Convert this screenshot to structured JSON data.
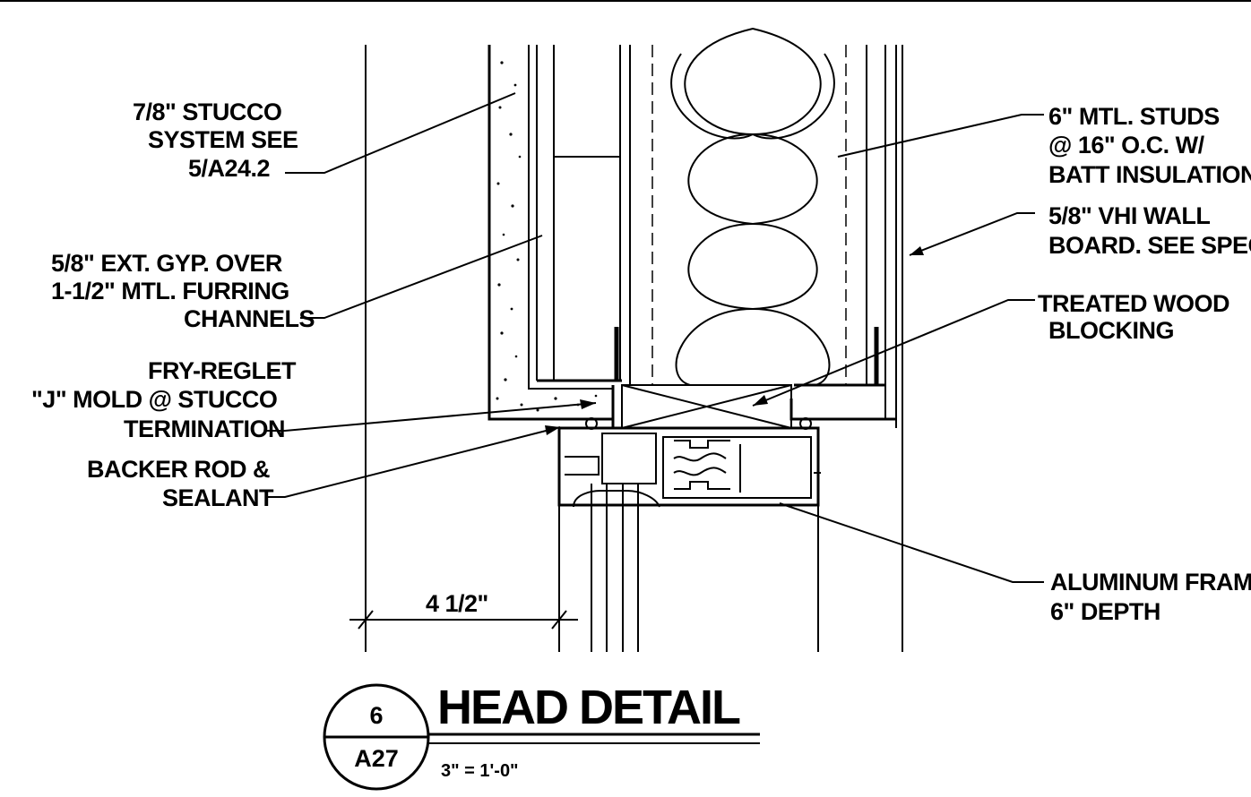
{
  "labels": {
    "stucco": [
      "7/8\" STUCCO",
      "SYSTEM SEE",
      "5/A24.2"
    ],
    "gyp": [
      "5/8\" EXT. GYP. OVER",
      "1-1/2\" MTL. FURRING",
      "CHANNELS"
    ],
    "reglet": [
      "FRY-REGLET",
      "\"J\" MOLD @ STUCCO",
      "TERMINATION"
    ],
    "backer": [
      "BACKER ROD &",
      "SEALANT"
    ],
    "studs": [
      "6\" MTL. STUDS",
      "@ 16\" O.C. W/",
      "BATT INSULATION"
    ],
    "wallboard": [
      "5/8\" VHI WALL",
      "BOARD. SEE SPEC"
    ],
    "blocking": [
      "TREATED WOOD",
      "BLOCKING"
    ],
    "frame": [
      "ALUMINUM FRAME",
      "6\" DEPTH"
    ]
  },
  "dimension": "4 1/2\"",
  "detail": {
    "number": "6",
    "sheet": "A27",
    "title": "HEAD DETAIL",
    "scale": "3\" = 1'-0\""
  }
}
